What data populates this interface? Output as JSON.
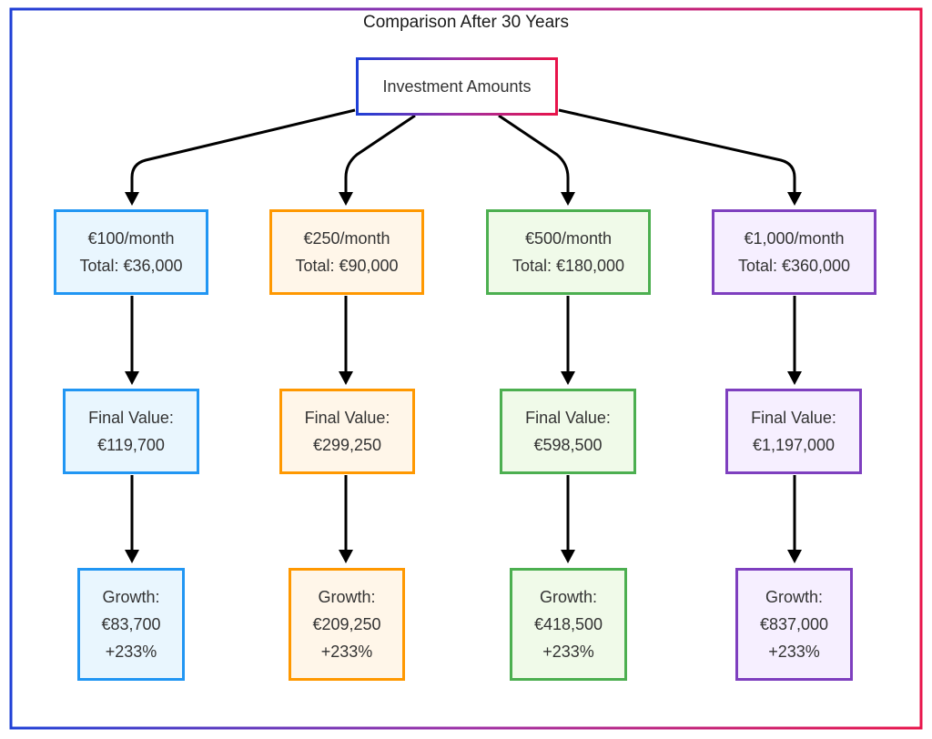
{
  "title": "Comparison After 30 Years",
  "root": {
    "label": "Investment Amounts"
  },
  "colors": {
    "frame_start": "#1e3fd6",
    "frame_end": "#e8134a",
    "blue": "#2196f3",
    "orange": "#ff9800",
    "green": "#4caf50",
    "purple": "#7e3fbf",
    "arrow": "#000000"
  },
  "branches": [
    {
      "color": "blue",
      "monthly": "€100/month",
      "total": "Total: €36,000",
      "final_label": "Final Value:",
      "final_value": "€119,700",
      "growth_label": "Growth:",
      "growth_value": "€83,700",
      "growth_pct": "+233%"
    },
    {
      "color": "orange",
      "monthly": "€250/month",
      "total": "Total: €90,000",
      "final_label": "Final Value:",
      "final_value": "€299,250",
      "growth_label": "Growth:",
      "growth_value": "€209,250",
      "growth_pct": "+233%"
    },
    {
      "color": "green",
      "monthly": "€500/month",
      "total": "Total: €180,000",
      "final_label": "Final Value:",
      "final_value": "€598,500",
      "growth_label": "Growth:",
      "growth_value": "€418,500",
      "growth_pct": "+233%"
    },
    {
      "color": "purple",
      "monthly": "€1,000/month",
      "total": "Total: €360,000",
      "final_label": "Final Value:",
      "final_value": "€1,197,000",
      "growth_label": "Growth:",
      "growth_value": "€837,000",
      "growth_pct": "+233%"
    }
  ]
}
